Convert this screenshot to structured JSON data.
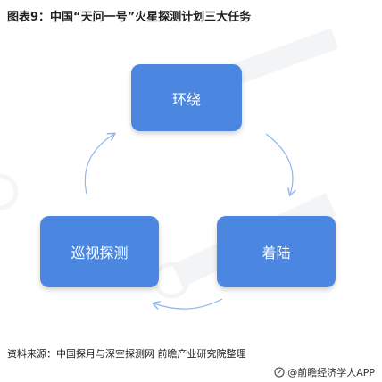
{
  "title": "图表9：中国“天问一号”火星探测计划三大任务",
  "nodes": {
    "orbit": "环绕",
    "landing": "着陆",
    "patrol": "巡视探测"
  },
  "source": "资料来源：中国探月与深空探测网 前瞻产业研究院整理",
  "brand": "@前瞻经济学人APP",
  "colors": {
    "node_fill": "#4b87e0",
    "arrow": "#8fb8ea",
    "title": "#1f1f1f"
  }
}
